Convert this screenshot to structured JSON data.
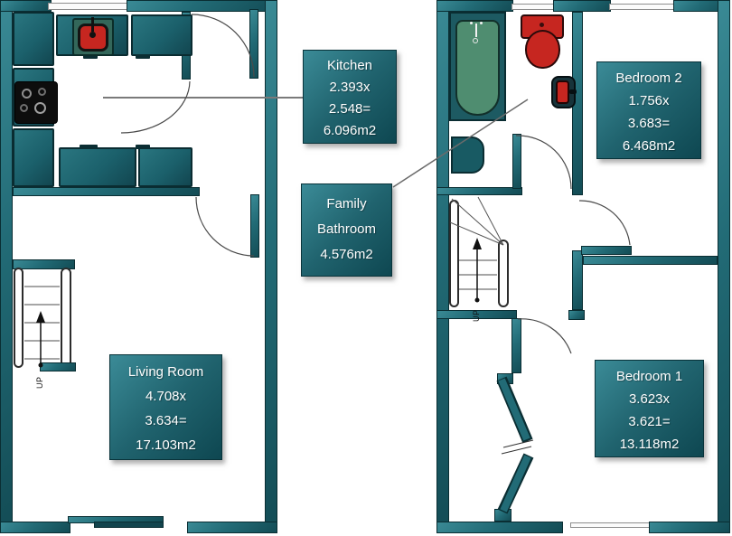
{
  "document": {
    "type": "floorplan",
    "floors": [
      "ground-floor",
      "first-floor"
    ]
  },
  "labels": {
    "kitchen": {
      "lines": [
        "Kitchen",
        "2.393x",
        "2.548=",
        "6.096m2"
      ]
    },
    "family_bathroom": {
      "lines": [
        "Family",
        "Bathroom",
        "4.576m2"
      ]
    },
    "living_room": {
      "lines": [
        "Living Room",
        "4.708x",
        "3.634=",
        "17.103m2"
      ]
    },
    "bedroom2": {
      "lines": [
        "Bedroom 2",
        "1.756x",
        "3.683=",
        "6.468m2"
      ]
    },
    "bedroom1": {
      "lines": [
        "Bedroom 1",
        "3.623x",
        "3.621=",
        "13.118m2"
      ]
    }
  },
  "stairs": {
    "up": "UP"
  },
  "colors": {
    "wall_teal": "#226b76",
    "wall_edge": "#0a2e33",
    "fixture_red": "#c62620",
    "tub_green": "#4f8d70",
    "label_gradient_top": "#3b8b97",
    "label_gradient_bottom": "#0e4751",
    "leader_line": "#7a7a7a"
  }
}
